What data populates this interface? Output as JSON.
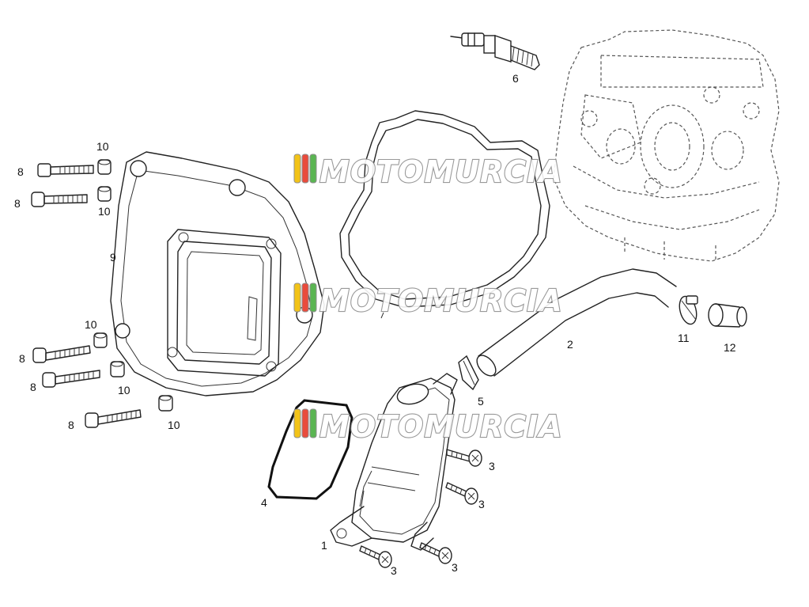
{
  "watermark": {
    "text": "MOTOMURCIA",
    "stripe_colors": [
      "#f2c318",
      "#e94b3c",
      "#5ab552",
      "#ffffff"
    ]
  },
  "callouts": [
    {
      "id": "c1",
      "label": "1"
    },
    {
      "id": "c2",
      "label": "2"
    },
    {
      "id": "c3a",
      "label": "3"
    },
    {
      "id": "c3b",
      "label": "3"
    },
    {
      "id": "c3c",
      "label": "3"
    },
    {
      "id": "c3d",
      "label": "3"
    },
    {
      "id": "c4",
      "label": "4"
    },
    {
      "id": "c5",
      "label": "5"
    },
    {
      "id": "c6",
      "label": "6"
    },
    {
      "id": "c8a",
      "label": "8"
    },
    {
      "id": "c8b",
      "label": "8"
    },
    {
      "id": "c8c",
      "label": "8"
    },
    {
      "id": "c8d",
      "label": "8"
    },
    {
      "id": "c8e",
      "label": "8"
    },
    {
      "id": "c9",
      "label": "9"
    },
    {
      "id": "c10a",
      "label": "10"
    },
    {
      "id": "c10b",
      "label": "10"
    },
    {
      "id": "c10c",
      "label": "10"
    },
    {
      "id": "c10d",
      "label": "10"
    },
    {
      "id": "c10e",
      "label": "10"
    },
    {
      "id": "c11",
      "label": "11"
    },
    {
      "id": "c12",
      "label": "12"
    }
  ]
}
